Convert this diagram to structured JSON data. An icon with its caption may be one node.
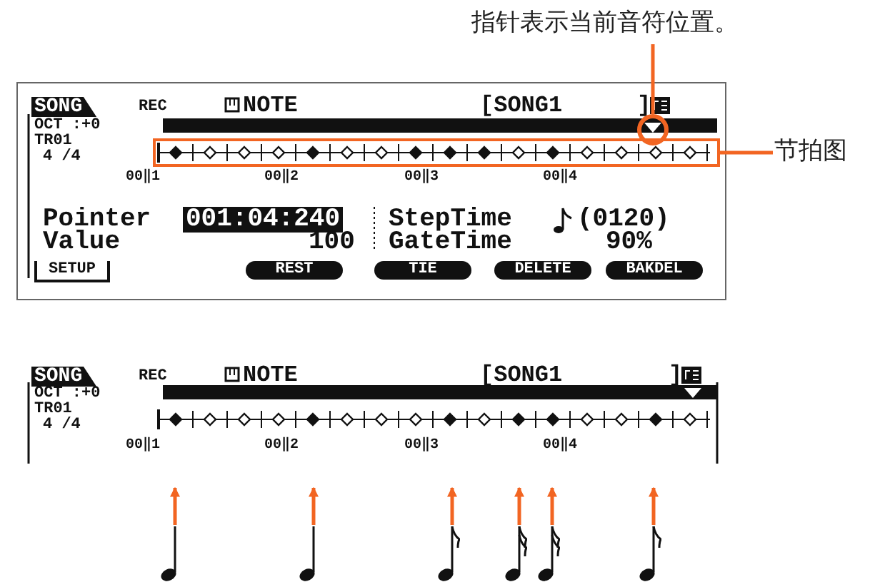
{
  "diagram": {
    "nodes": [
      {
        "text": [
          "指针表示当前音符位置。"
        ]
      },
      {
        "text": [],
        "shape": "circle"
      },
      {
        "text": [
          "节拍图"
        ]
      },
      {
        "text": [],
        "shape": "box"
      },
      {
        "text": [],
        "shape": "note"
      },
      {
        "text": [],
        "shape": "note"
      },
      {
        "text": [],
        "shape": "note"
      },
      {
        "text": [],
        "shape": "note"
      },
      {
        "text": [],
        "shape": "note"
      },
      {
        "text": [],
        "shape": "note"
      }
    ],
    "edges": [
      {
        "from": 0,
        "to": 1,
        "arrow": "none"
      },
      {
        "from": 2,
        "to": 3,
        "arrow": "none"
      },
      {
        "from": 4,
        "to": null,
        "arrow": "to"
      },
      {
        "from": 5,
        "to": null,
        "arrow": "to"
      },
      {
        "from": 6,
        "to": null,
        "arrow": "to"
      },
      {
        "from": 7,
        "to": null,
        "arrow": "to"
      },
      {
        "from": 8,
        "to": null,
        "arrow": "to"
      },
      {
        "from": 9,
        "to": null,
        "arrow": "to"
      }
    ],
    "labels": [
      "SONG",
      "REC",
      "NOTE",
      "[SONG1",
      "]",
      "OCT :+0",
      "TR01",
      "4 /4",
      "00‖1",
      "00‖2",
      "00‖3",
      "00‖4",
      "Pointer",
      "001:04:240",
      "StepTime",
      "(0120)",
      "Value",
      "100",
      "GateTime",
      "90%",
      "SETUP",
      "REST",
      "TIE",
      "DELETE",
      "BAKDEL",
      "SONG",
      "REC",
      "NOTE",
      "[SONG1",
      "]",
      "OCT :+0",
      "TR01",
      "4 /4",
      "00‖1",
      "00‖2",
      "00‖3",
      "00‖4"
    ]
  }
}
